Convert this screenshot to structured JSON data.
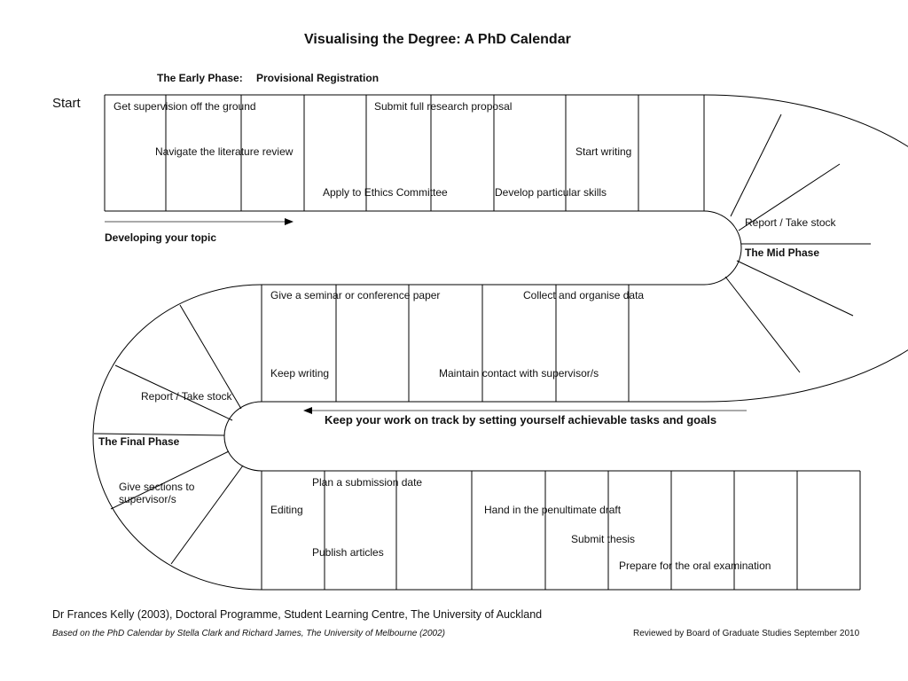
{
  "title": "Visualising the Degree: A PhD Calendar",
  "start_label": "Start",
  "early_phase": {
    "heading": "The Early Phase:",
    "heading2": "Provisional Registration",
    "tasks": [
      "Get supervision off the ground",
      "Navigate the literature review",
      "Submit full research proposal",
      "Start writing",
      "Apply to Ethics Committee",
      "Develop particular skills"
    ],
    "developing": "Developing your topic"
  },
  "mid_phase": {
    "report": "Report / Take stock",
    "heading": "The Mid Phase",
    "tasks": [
      "Give a seminar or conference paper",
      "Collect and organise data",
      "Keep writing",
      "Maintain contact with supervisor/s"
    ],
    "keep_track": "Keep your work on track by setting yourself achievable tasks and goals"
  },
  "final_phase": {
    "report": "Report / Take stock",
    "heading": "The Final Phase",
    "give_sections": "Give sections to supervisor/s",
    "tasks": [
      "Plan a submission date",
      "Editing",
      "Publish articles",
      "Hand in the penultimate draft",
      "Submit thesis",
      "Prepare for the oral examination"
    ]
  },
  "footer": {
    "credit": "Dr Frances Kelly (2003), Doctoral Programme, Student Learning Centre, The University of Auckland",
    "based_on": "Based on the PhD Calendar by Stella Clark and Richard James, The University of Melbourne (2002)",
    "reviewed": "Reviewed by Board of Graduate Studies September 2010"
  }
}
